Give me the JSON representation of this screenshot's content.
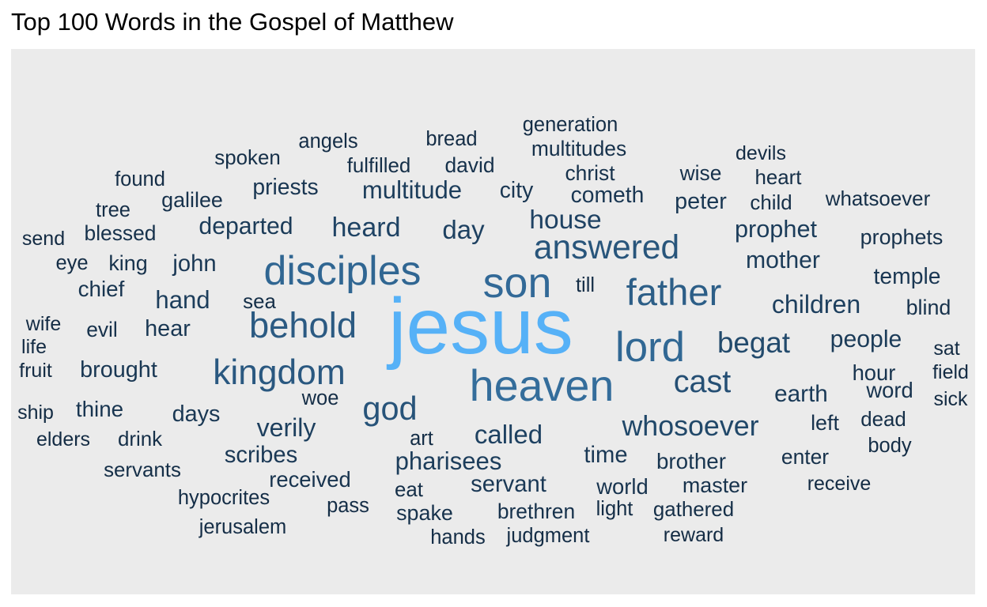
{
  "title": "Top 100 Words in the Gospel of Matthew",
  "chart_data": {
    "type": "wordcloud",
    "title": "Top 100 Words in the Gospel of Matthew",
    "color_scale": {
      "low": "#132b43",
      "high": "#56b1f7"
    },
    "background": "#ebebeb",
    "words": [
      {
        "word": "jesus",
        "freq": 178
      },
      {
        "word": "heaven",
        "freq": 84
      },
      {
        "word": "disciples",
        "freq": 76
      },
      {
        "word": "son",
        "freq": 80
      },
      {
        "word": "lord",
        "freq": 78
      },
      {
        "word": "father",
        "freq": 66
      },
      {
        "word": "kingdom",
        "freq": 60
      },
      {
        "word": "behold",
        "freq": 62
      },
      {
        "word": "answered",
        "freq": 56
      },
      {
        "word": "god",
        "freq": 54
      },
      {
        "word": "cast",
        "freq": 50
      },
      {
        "word": "begat",
        "freq": 44
      },
      {
        "word": "whosoever",
        "freq": 42
      },
      {
        "word": "heard",
        "freq": 38
      },
      {
        "word": "house",
        "freq": 37
      },
      {
        "word": "day",
        "freq": 36
      },
      {
        "word": "called",
        "freq": 36
      },
      {
        "word": "verily",
        "freq": 34
      },
      {
        "word": "children",
        "freq": 34
      },
      {
        "word": "hand",
        "freq": 32
      },
      {
        "word": "pharisees",
        "freq": 32
      },
      {
        "word": "multitude",
        "freq": 32
      },
      {
        "word": "prophet",
        "freq": 31
      },
      {
        "word": "mother",
        "freq": 30
      },
      {
        "word": "departed",
        "freq": 30
      },
      {
        "word": "people",
        "freq": 30
      },
      {
        "word": "earth",
        "freq": 29
      },
      {
        "word": "servant",
        "freq": 28
      },
      {
        "word": "time",
        "freq": 28
      },
      {
        "word": "scribes",
        "freq": 28
      },
      {
        "word": "john",
        "freq": 28
      },
      {
        "word": "days",
        "freq": 27
      },
      {
        "word": "hear",
        "freq": 27
      },
      {
        "word": "brought",
        "freq": 27
      },
      {
        "word": "peter",
        "freq": 27
      },
      {
        "word": "cometh",
        "freq": 26
      },
      {
        "word": "city",
        "freq": 26
      },
      {
        "word": "priests",
        "freq": 26
      },
      {
        "word": "temple",
        "freq": 26
      },
      {
        "word": "brother",
        "freq": 25
      },
      {
        "word": "chief",
        "freq": 25
      },
      {
        "word": "thine",
        "freq": 25
      },
      {
        "word": "received",
        "freq": 24
      },
      {
        "word": "world",
        "freq": 24
      },
      {
        "word": "hour",
        "freq": 24
      },
      {
        "word": "word",
        "freq": 24
      },
      {
        "word": "master",
        "freq": 23
      },
      {
        "word": "left",
        "freq": 23
      },
      {
        "word": "prophets",
        "freq": 23
      },
      {
        "word": "spake",
        "freq": 23
      },
      {
        "word": "king",
        "freq": 23
      },
      {
        "word": "blind",
        "freq": 23
      },
      {
        "word": "galilee",
        "freq": 23
      },
      {
        "word": "enter",
        "freq": 22
      },
      {
        "word": "blessed",
        "freq": 22
      },
      {
        "word": "brethren",
        "freq": 22
      },
      {
        "word": "evil",
        "freq": 22
      },
      {
        "word": "david",
        "freq": 22
      },
      {
        "word": "multitudes",
        "freq": 22
      },
      {
        "word": "christ",
        "freq": 22
      },
      {
        "word": "wise",
        "freq": 22
      },
      {
        "word": "dead",
        "freq": 21
      },
      {
        "word": "servants",
        "freq": 21
      },
      {
        "word": "fulfilled",
        "freq": 21
      },
      {
        "word": "spoken",
        "freq": 21
      },
      {
        "word": "heart",
        "freq": 21
      },
      {
        "word": "whatsoever",
        "freq": 21
      },
      {
        "word": "child",
        "freq": 21
      },
      {
        "word": "drink",
        "freq": 21
      },
      {
        "word": "sea",
        "freq": 21
      },
      {
        "word": "eat",
        "freq": 21
      },
      {
        "word": "gathered",
        "freq": 21
      },
      {
        "word": "pass",
        "freq": 20
      },
      {
        "word": "body",
        "freq": 20
      },
      {
        "word": "hypocrites",
        "freq": 20
      },
      {
        "word": "judgment",
        "freq": 20
      },
      {
        "word": "jerusalem",
        "freq": 20
      },
      {
        "word": "generation",
        "freq": 20
      },
      {
        "word": "bread",
        "freq": 20
      },
      {
        "word": "angels",
        "freq": 20
      },
      {
        "word": "found",
        "freq": 20
      },
      {
        "word": "tree",
        "freq": 20
      },
      {
        "word": "eye",
        "freq": 20
      },
      {
        "word": "hands",
        "freq": 20
      },
      {
        "word": "light",
        "freq": 20
      },
      {
        "word": "art",
        "freq": 20
      },
      {
        "word": "woe",
        "freq": 20
      },
      {
        "word": "till",
        "freq": 20
      },
      {
        "word": "receive",
        "freq": 19
      },
      {
        "word": "reward",
        "freq": 19
      },
      {
        "word": "devils",
        "freq": 19
      },
      {
        "word": "field",
        "freq": 19
      },
      {
        "word": "sat",
        "freq": 19
      },
      {
        "word": "sick",
        "freq": 19
      },
      {
        "word": "wife",
        "freq": 19
      },
      {
        "word": "life",
        "freq": 19
      },
      {
        "word": "fruit",
        "freq": 19
      },
      {
        "word": "ship",
        "freq": 19
      },
      {
        "word": "elders",
        "freq": 19
      },
      {
        "word": "send",
        "freq": 19
      }
    ]
  }
}
